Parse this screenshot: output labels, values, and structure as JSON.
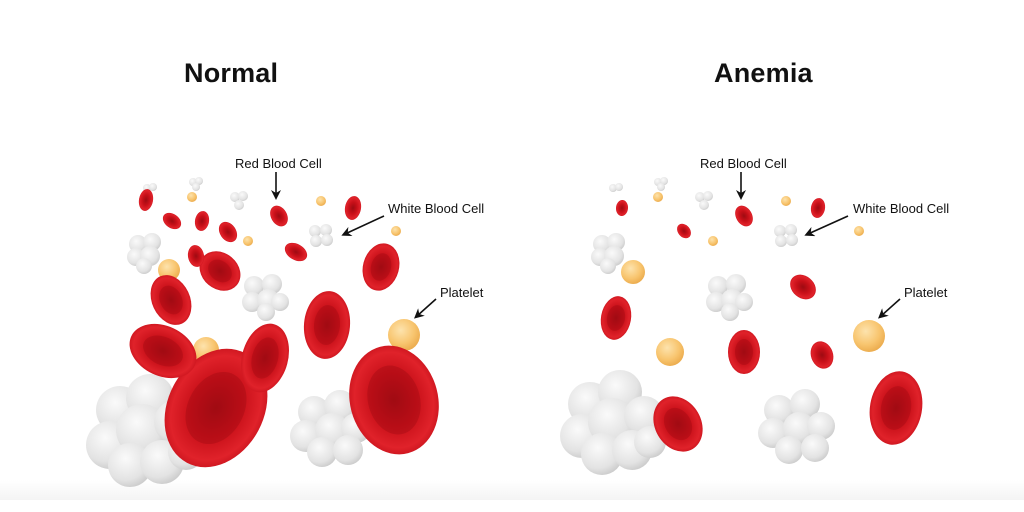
{
  "panels": [
    {
      "title": "Normal",
      "labels": {
        "red_blood_cell": "Red Blood Cell",
        "white_blood_cell": "White Blood Cell",
        "platelet": "Platelet"
      }
    },
    {
      "title": "Anemia",
      "labels": {
        "red_blood_cell": "Red Blood Cell",
        "white_blood_cell": "White Blood Cell",
        "platelet": "Platelet"
      }
    }
  ],
  "colors": {
    "red_blood_cell": "#d4141e",
    "white_blood_cell": "#e2e2e2",
    "platelet": "#f7c26b",
    "text": "#111111"
  }
}
